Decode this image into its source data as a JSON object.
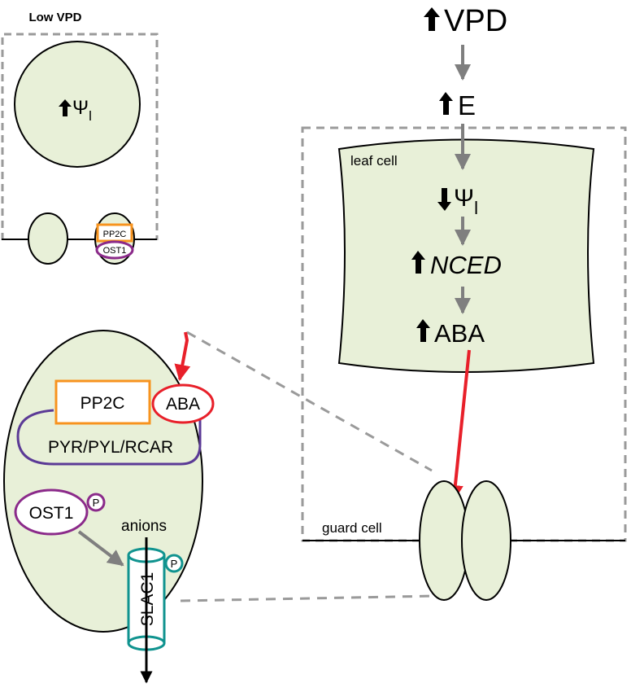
{
  "colors": {
    "cell_fill": "#e8f0d8",
    "dashed": "#9a9a9a",
    "flow_arrow": "#7f7f7f",
    "red_arrow": "#e8202a",
    "pp2c_orange": "#f7931e",
    "pyr_purple": "#5b3a96",
    "ost1_purple": "#8b2a8a",
    "slac1_teal": "#10938f"
  },
  "low_vpd": {
    "title": "Low VPD",
    "psi_symbol": "Ψ",
    "psi_sub": "l",
    "pp2c": "PP2C",
    "ost1": "OST1"
  },
  "cascade": {
    "vpd": "VPD",
    "e": "E",
    "psi_symbol": "Ψ",
    "psi_sub": "l",
    "nced": "NCED",
    "aba": "ABA",
    "leaf_cell": "leaf cell",
    "guard_cell": "guard cell"
  },
  "zoom": {
    "pp2c": "PP2C",
    "aba": "ABA",
    "receptor": "PYR/PYL/RCAR",
    "ost1": "OST1",
    "phospho": "P",
    "anions": "anions",
    "slac1": "SLAC1"
  },
  "icons": {
    "up": "up-arrow-icon",
    "down": "down-arrow-icon"
  }
}
